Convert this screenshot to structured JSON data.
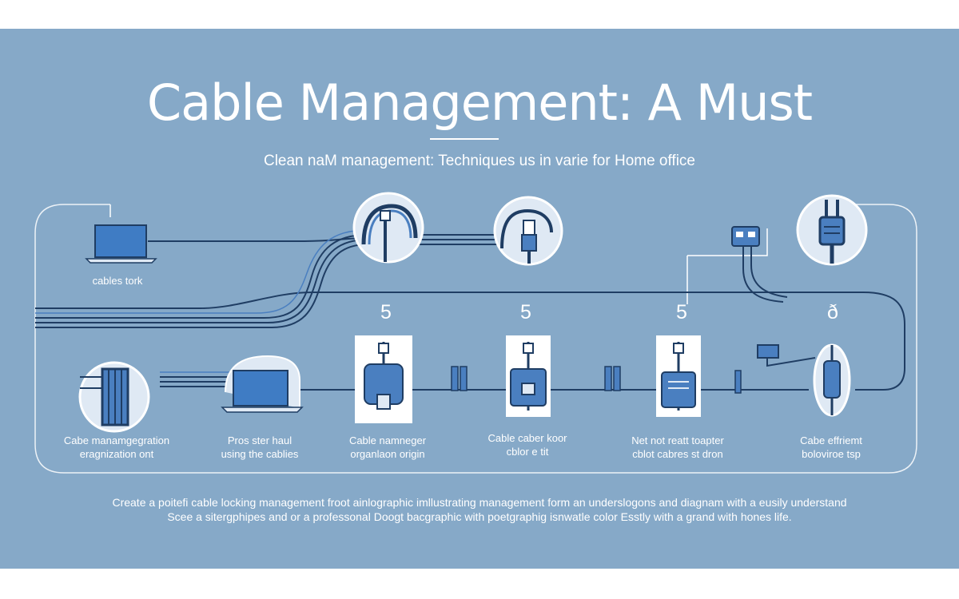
{
  "title": "Cable Management: A Must",
  "subtitle": "Clean naM management: Techniques us in varie for Home office",
  "steps": {
    "laptop_top": "cables tork",
    "n1": "5",
    "n2": "5",
    "n3": "5",
    "n4": "ð",
    "l1": [
      "Cabe manamgegration",
      "eragnization ont"
    ],
    "l2": [
      "Pros ster haul",
      "using the cablies"
    ],
    "l3": [
      "Cable namneger",
      "organlaon origin"
    ],
    "l4": [
      "Cable caber koor",
      "cblor e tit"
    ],
    "l5": [
      "Net not reatt toapter",
      "cblot cabres st dron"
    ],
    "l6": [
      "Cabe effriemt",
      "boloviroe tsp"
    ]
  },
  "footer": [
    "Create a poitefi cable locking management froot ainlographic imllustrating management form an underslogons and diagnam with a eusily understand",
    "Scee a sitergphipes and or a professonal Doogt bacgraphic with poetgraphig isnwatle color Esstly with a grand with hones life."
  ],
  "colors": {
    "background": "#86a9c8",
    "line": "#1f3d63",
    "accent": "#4a7fc0",
    "circle_fill": "#dfe9f4",
    "white": "#ffffff"
  }
}
